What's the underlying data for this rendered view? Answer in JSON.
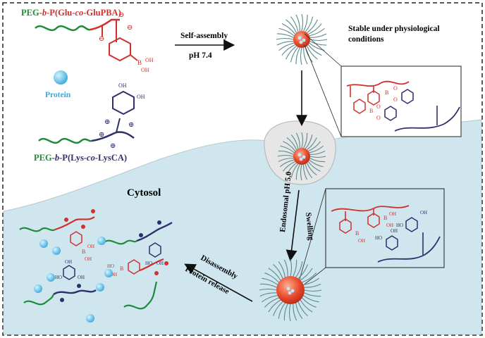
{
  "colors": {
    "peg": "#1f8a3a",
    "polyA": "#d0312d",
    "polyB": "#2e2f6b",
    "cytosol": "#cfe6ef",
    "membrane": "#e6e6e6",
    "protein": "#49b8e0",
    "micelle": "#e8492d",
    "corona": "#5a8a8a",
    "label": "#000000"
  },
  "polymer1": {
    "peg": "PEG",
    "dash1": "-",
    "b": "b",
    "dash2": "-",
    "p": "P",
    "open": "(",
    "glu": "Glu",
    "dash3": "-",
    "co": "co",
    "dash4": "-",
    "glupba": "GluPBA",
    "close": ")"
  },
  "polymer2": {
    "peg": "PEG",
    "dash1": "-",
    "b": "b",
    "dash2": "-",
    "p": "P",
    "open": "(",
    "lys": "Lys",
    "dash3": "-",
    "co": "co",
    "dash4": "-",
    "lysca": "LysCA",
    "close": ")"
  },
  "protein_label": "Protein",
  "steps": {
    "self_assembly": "Self-assembly",
    "ph74": "pH 7.4",
    "stable_line1": "Stable under physiological",
    "stable_line2": "conditions",
    "endosomal": "Endosomal pH 5.0",
    "swelling": "Swelling",
    "disassembly": "Disassembly",
    "protein_release": "Protein release",
    "cytosol": "Cytosol"
  },
  "chem": {
    "b": "B",
    "o": "O",
    "oh": "OH",
    "ho": "HO",
    "minus": "⊖",
    "plus": "⊕"
  }
}
